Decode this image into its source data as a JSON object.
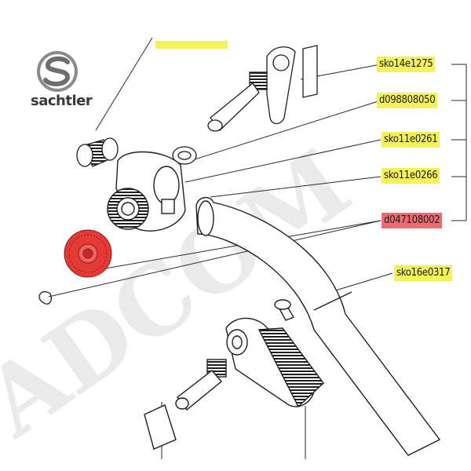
{
  "brand": {
    "name": "sachtler",
    "logo_icon": "s-swoosh-logo"
  },
  "watermark": {
    "text": "ADCOM"
  },
  "colors": {
    "highlight_yellow": "#f4f25a",
    "highlight_red": "#ef6b72",
    "selected_part": "#e53935",
    "line": "#222222"
  },
  "parts": [
    {
      "id": "p1",
      "label": "sko14e1275",
      "highlight": "yellow"
    },
    {
      "id": "p2",
      "label": "d098808050",
      "highlight": "yellow"
    },
    {
      "id": "p3",
      "label": "sko11e0261",
      "highlight": "yellow"
    },
    {
      "id": "p4",
      "label": "sko11e0266",
      "highlight": "yellow"
    },
    {
      "id": "p5",
      "label": "d047108002",
      "highlight": "red"
    },
    {
      "id": "p6",
      "label": "sko16e0317",
      "highlight": "yellow"
    }
  ]
}
